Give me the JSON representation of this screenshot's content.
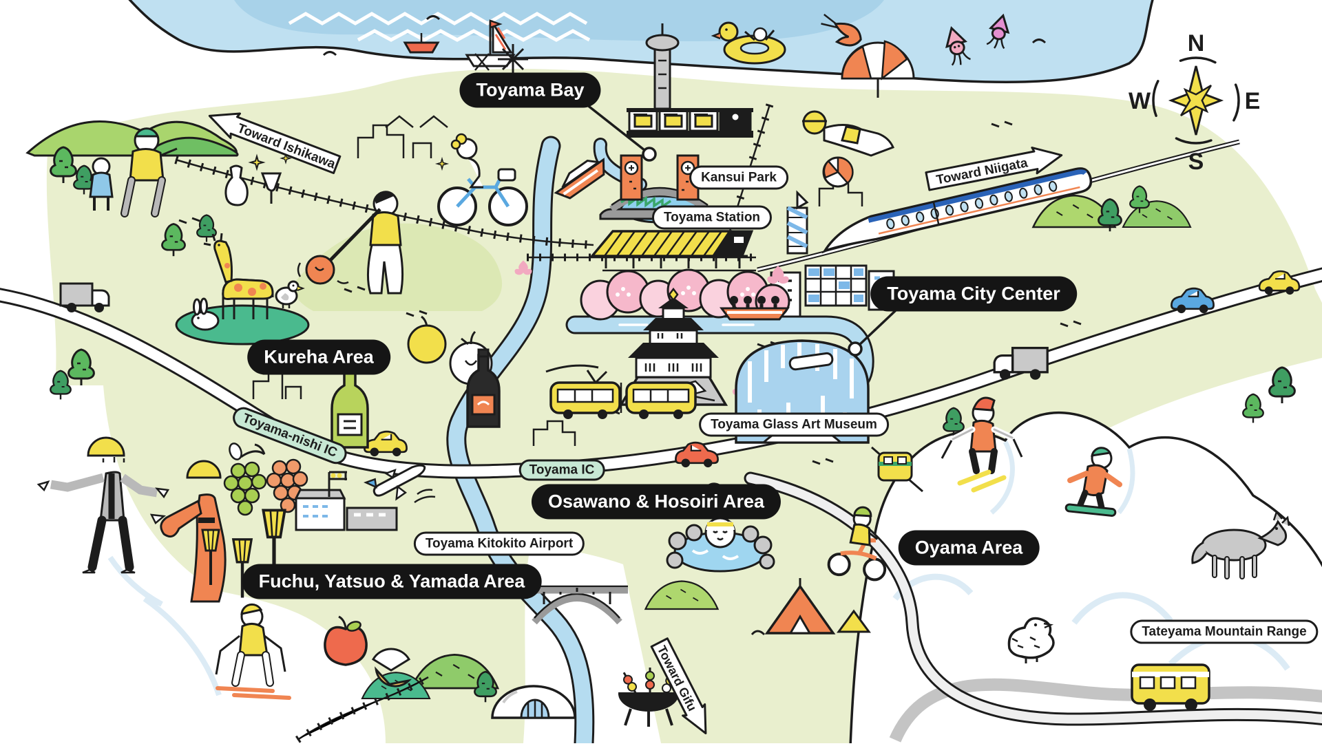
{
  "labels": {
    "area_pills": [
      {
        "text": "Toyama Bay"
      },
      {
        "text": "Kureha Area"
      },
      {
        "text": "Toyama City Center"
      },
      {
        "text": "Osawano & Hosoiri Area"
      },
      {
        "text": "Fuchu, Yatsuo & Yamada Area"
      },
      {
        "text": "Oyama Area"
      }
    ],
    "place_pills": [
      {
        "text": "Kansui Park"
      },
      {
        "text": "Toyama Station"
      },
      {
        "text": "Toyama Glass Art Museum"
      },
      {
        "text": "Toyama Kitokito Airport"
      },
      {
        "text": "Tateyama Mountain Range"
      }
    ],
    "interchange_pills": [
      {
        "text": "Toyama-nishi IC"
      },
      {
        "text": "Toyama IC"
      }
    ],
    "direction_signs": [
      {
        "text": "Toward Ishikawa"
      },
      {
        "text": "Toward Niigata"
      },
      {
        "text": "Toward Gifu"
      }
    ]
  },
  "compass": {
    "north": "N",
    "east": "E",
    "south": "S",
    "west": "W"
  },
  "colors": {
    "sea": "#bfe0f1",
    "sea_deep": "#a8d2e9",
    "land": "#e9efce",
    "land_hill": "#dce8b4",
    "pill_dark": "#151515",
    "pill_dark_text": "#ffffff",
    "pill_light": "#ffffff",
    "pill_ic_fill": "#c7e8d4",
    "outline": "#1c1c1c",
    "river": "#b5dcf0",
    "road": "#ffffff",
    "accent_yellow": "#f2df4b",
    "accent_orange": "#f08552",
    "accent_red": "#ee6a4d",
    "accent_green": "#a9d56d",
    "accent_teal": "#4aba8e",
    "museum_blue": "#a9d3ee",
    "blossom_pink": "#f6b8cb",
    "snow_shade": "#dcebf5",
    "grey": "#c9c9c9"
  }
}
